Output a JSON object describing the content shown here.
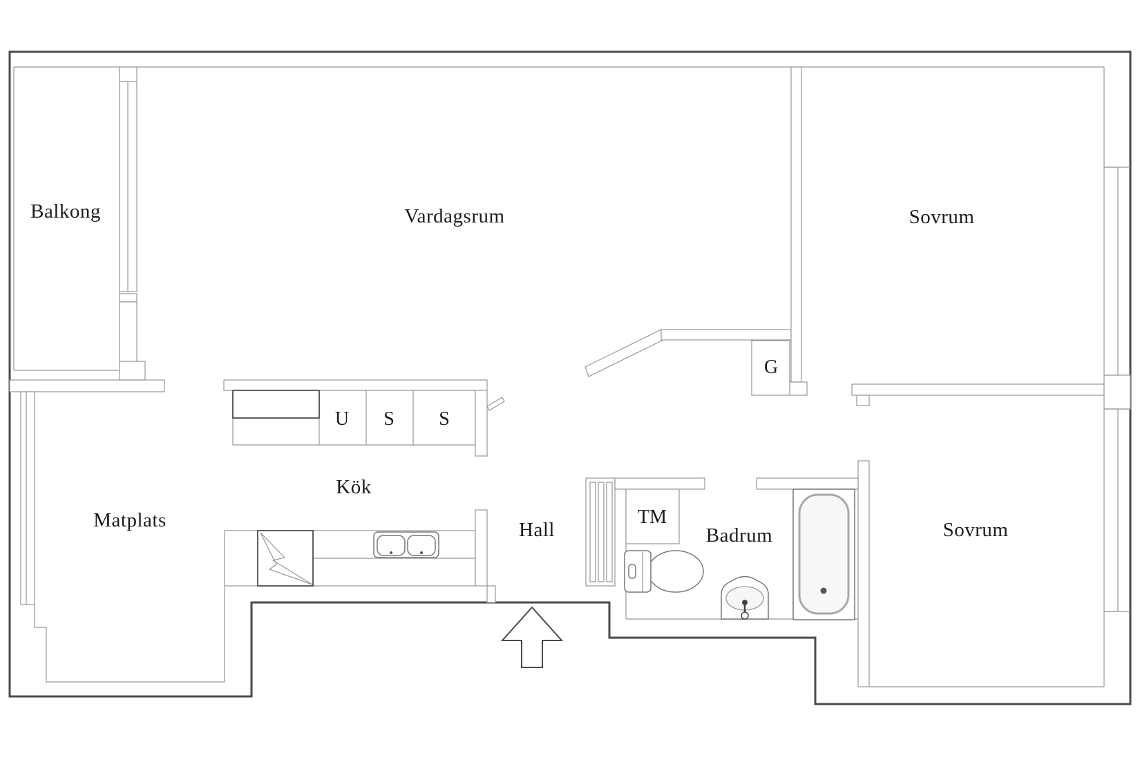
{
  "floorplan": {
    "type": "apartment-floor-plan",
    "language": "Swedish",
    "colors": {
      "background": "#ffffff",
      "outer_wall": "#4a4a4a",
      "inner_line": "#979797",
      "text": "#1c1c1c"
    },
    "rooms": {
      "balkong": {
        "label": "Balkong"
      },
      "vardagsrum": {
        "label": "Vardagsrum"
      },
      "sovrum_top": {
        "label": "Sovrum"
      },
      "matplats": {
        "label": "Matplats"
      },
      "kok": {
        "label": "Kök"
      },
      "hall": {
        "label": "Hall"
      },
      "badrum": {
        "label": "Badrum"
      },
      "sovrum_bottom": {
        "label": "Sovrum"
      }
    },
    "annotations": {
      "garderob": {
        "label": "G"
      },
      "tvattmaskin": {
        "label": "TM"
      },
      "ugn": {
        "label": "U"
      },
      "skafferi_1": {
        "label": "S"
      },
      "skafferi_2": {
        "label": "S"
      }
    },
    "icons": {
      "entrance_arrow": "arrow-up",
      "bathtub": "bathtub-outline",
      "toilet": "toilet-outline",
      "sink": "pedestal-sink",
      "kitchen_sink": "double-basin-sink",
      "stove": "lightning-square",
      "wardrobe": "striped-closet",
      "door_swing": "diagonal-leaf",
      "window": "double-line-band"
    }
  }
}
